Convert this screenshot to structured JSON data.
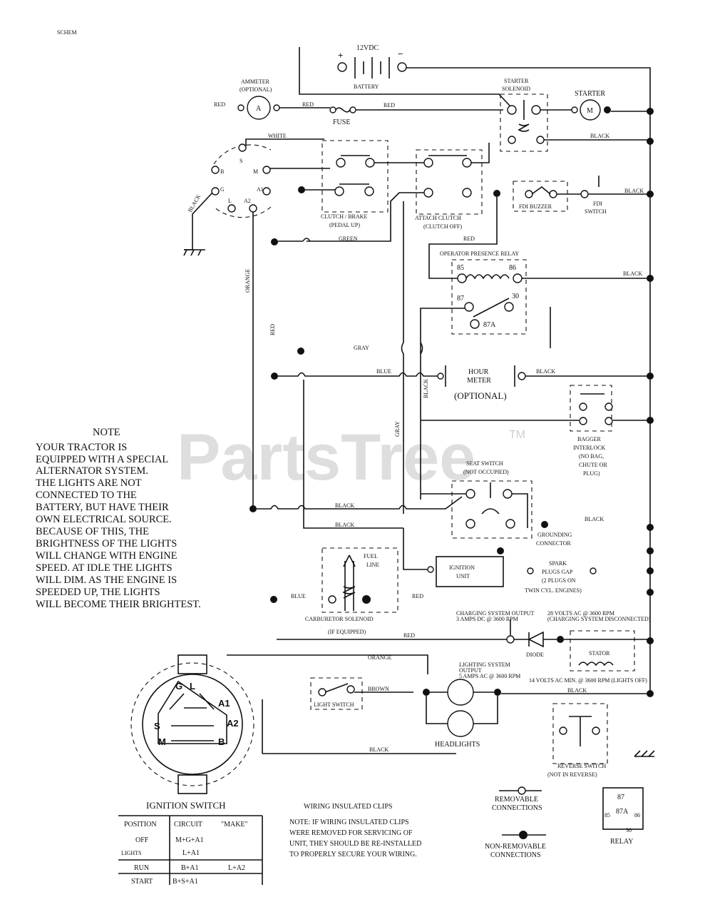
{
  "doc_code": "SCHEM",
  "watermark": {
    "text": "PartsTree",
    "tm": "TM"
  },
  "battery": {
    "voltage": "12VDC",
    "label": "BATTERY",
    "plus": "+",
    "minus": "−"
  },
  "components": {
    "ammeter": [
      "AMMETER",
      "(OPTIONAL)"
    ],
    "ammeter_symbol": "A",
    "fuse": "FUSE",
    "starter_solenoid": [
      "STARTER",
      "SOLENOID"
    ],
    "starter": "STARTER",
    "starter_symbol": "M",
    "clutch_brake": [
      "CLUTCH / BRAKE",
      "(PEDAL UP)"
    ],
    "attach_clutch": [
      "ATTACH CLUTCH",
      "(CLUTCH OFF)"
    ],
    "fdi_buzzer": "FDI BUZZER",
    "fdi_switch": [
      "FDI",
      "SWITCH"
    ],
    "opr_relay": "OPERATOR PRESENCE RELAY",
    "hour_meter": [
      "HOUR",
      "METER",
      "(OPTIONAL)"
    ],
    "bagger_interlock": [
      "BAGGER",
      "INTERLOCK",
      "(NO BAG,",
      "CHUTE OR",
      "PLUG)"
    ],
    "seat_switch": [
      "SEAT SWITCH",
      "(NOT OCCUPIED)"
    ],
    "grounding": [
      "GROUNDING",
      "CONNECTOR"
    ],
    "ignition_unit": [
      "IGNITION",
      "UNIT"
    ],
    "spark_plugs": [
      "SPARK",
      "PLUGS GAP",
      "(2 PLUGS ON",
      "TWIN CYL. ENGINES)"
    ],
    "carb_solenoid": [
      "CARBURETOR SOLENOID",
      "(IF EQUIPPED)"
    ],
    "fuel_line": [
      "FUEL",
      "LINE"
    ],
    "charging_output": [
      "CHARGING SYSTEM OUTPUT",
      "3 AMPS DC @ 3600 RPM"
    ],
    "volts_ac": [
      "28 VOLTS AC @ 3600 RPM",
      "(CHARGING SYSTEM DISCONNECTED)"
    ],
    "diode": "DIODE",
    "stator": "STATOR",
    "lighting_output": [
      "LIGHTING SYSTEM",
      "OUTPUT",
      "5 AMPS AC @ 3600 RPM"
    ],
    "volts_ac_2": "14 VOLTS AC MIN. @ 3600 RPM (LIGHTS OFF)",
    "light_switch": "LIGHT SWITCH",
    "headlights": "HEADLIGHTS",
    "reverse_switch": [
      "REVERSE SWITCH",
      "(NOT IN REVERSE)"
    ],
    "relay_legend": "RELAY",
    "relay_pins": {
      "p87": "87",
      "p87a": "87A",
      "p85": "85",
      "p86": "86",
      "p30": "30"
    }
  },
  "wire_labels": {
    "red": "RED",
    "white": "WHITE",
    "black": "BLACK",
    "blue": "BLUE",
    "gray": "GRAY",
    "green": "GREEN",
    "orange": "ORANGE",
    "brown": "BROWN"
  },
  "ignition_terminals": {
    "g": "G",
    "l": "L",
    "a1": "A1",
    "a2": "A2",
    "s": "S",
    "m": "M",
    "b": "B"
  },
  "note": {
    "title": "NOTE",
    "lines": [
      "YOUR TRACTOR IS",
      "EQUIPPED WITH A SPECIAL",
      "ALTERNATOR SYSTEM.",
      "THE LIGHTS ARE NOT",
      "CONNECTED TO THE",
      "BATTERY, BUT HAVE THEIR",
      "OWN ELECTRICAL SOURCE.",
      "BECAUSE OF THIS, THE",
      "BRIGHTNESS OF THE LIGHTS",
      "WILL CHANGE WITH ENGINE",
      "SPEED.  AT IDLE THE LIGHTS",
      "WILL DIM.  AS THE ENGINE IS",
      "SPEEDED UP, THE LIGHTS",
      "WILL BECOME THEIR BRIGHTEST."
    ]
  },
  "ignition_switch": {
    "title": "IGNITION SWITCH",
    "headers": [
      "POSITION",
      "CIRCUIT",
      "\"MAKE\""
    ],
    "rows": [
      [
        "OFF",
        "M+G+A1",
        ""
      ],
      [
        "LIGHTS",
        "L+A1",
        ""
      ],
      [
        "RUN",
        "B+A1",
        "L+A2"
      ],
      [
        "START",
        "B+S+A1",
        ""
      ]
    ]
  },
  "clips_note": {
    "title": "WIRING INSULATED CLIPS",
    "lines": [
      "NOTE: IF WIRING INSULATED CLIPS",
      "WERE REMOVED FOR SERVICING OF",
      " UNIT, THEY SHOULD BE RE-INSTALLED",
      "TO PROPERLY SECURE YOUR WIRING."
    ]
  },
  "legend": {
    "removable": [
      "REMOVABLE",
      "CONNECTIONS"
    ],
    "non_removable": [
      "NON-REMOVABLE",
      "CONNECTIONS"
    ]
  }
}
